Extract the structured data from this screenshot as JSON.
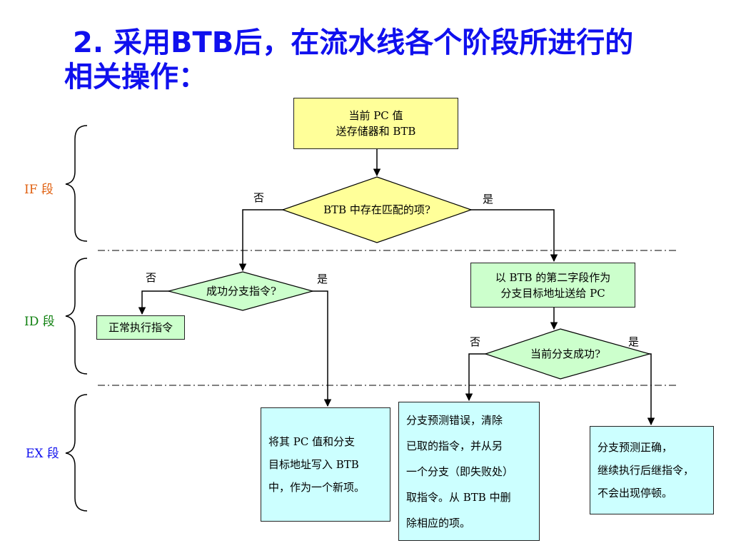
{
  "title": {
    "line1": "2. 采用BTB后，在流水线各个阶段所进行的",
    "line2": "相关操作："
  },
  "stages": {
    "if": {
      "label": "IF 段",
      "color": "#e06010"
    },
    "id": {
      "label": "ID 段",
      "color": "#108010"
    },
    "ex": {
      "label": "EX 段",
      "color": "#1010ee"
    }
  },
  "nodes": {
    "start": {
      "line1": "当前 PC 值",
      "line2": "送存储器和 BTB"
    },
    "decision_btb": {
      "text": "BTB 中存在匹配的项?"
    },
    "decision_branch": {
      "text": "成功分支指令?"
    },
    "normal": {
      "text": "正常执行指令"
    },
    "btb_target": {
      "line1": "以 BTB 的第二字段作为",
      "line2": "分支目标地址送给 PC"
    },
    "decision_success": {
      "text": "当前分支成功?"
    },
    "write_btb": {
      "line1": "将其 PC 值和分支",
      "line2": "目标地址写入 BTB",
      "line3": "中，作为一个新项。"
    },
    "mispredict": {
      "line1": "分支预测错误，清除",
      "line2": "已取的指令，并从另",
      "line3": "一个分支（即失败处）",
      "line4": "取指令。从 BTB 中删",
      "line5": "除相应的项。"
    },
    "correct": {
      "line1": "分支预测正确，",
      "line2": "继续执行后继指令，",
      "line3": "不会出现停顿。"
    }
  },
  "branch_labels": {
    "btb_no": "否",
    "btb_yes": "是",
    "branch_no": "否",
    "branch_yes": "是",
    "success_no": "否",
    "success_yes": "是"
  },
  "colors": {
    "title": "#1010ee",
    "yellow_fill": "#ffff99",
    "green_fill": "#ccffcc",
    "cyan_fill": "#ccffff"
  }
}
